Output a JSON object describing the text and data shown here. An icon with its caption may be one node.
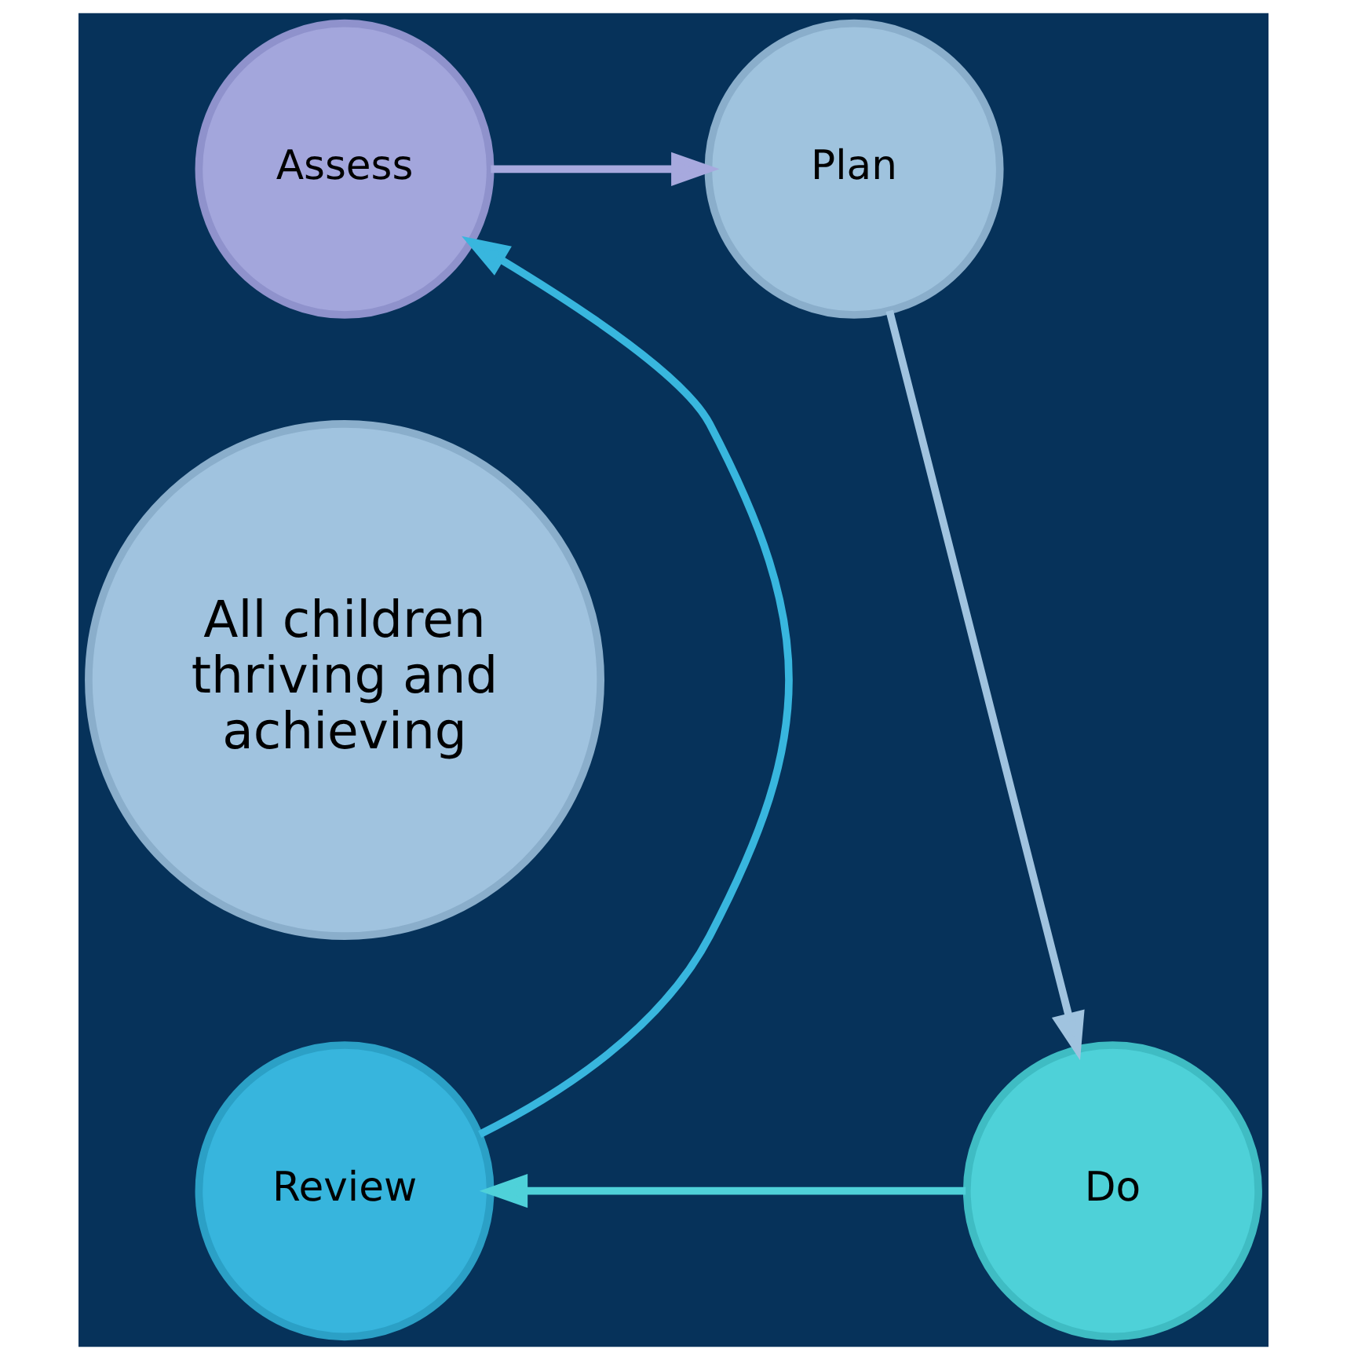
{
  "diagram": {
    "nodes": [
      {
        "text": [
          "Assess"
        ]
      },
      {
        "text": [
          "Plan"
        ]
      },
      {
        "text": [
          "Do"
        ]
      },
      {
        "text": [
          "Review"
        ]
      },
      {
        "text": [
          "All children thriving and achieving"
        ]
      }
    ],
    "edges": [
      {
        "from": 0,
        "to": 1,
        "arrow": "to",
        "color": "#a7a9de"
      },
      {
        "from": 1,
        "to": 2,
        "arrow": "to",
        "color": "#a0c3df"
      },
      {
        "from": 2,
        "to": 3,
        "arrow": "to",
        "color": "#4fd1d9"
      },
      {
        "from": 3,
        "to": 0,
        "arrow": "to",
        "color": "#38b6de"
      }
    ]
  }
}
